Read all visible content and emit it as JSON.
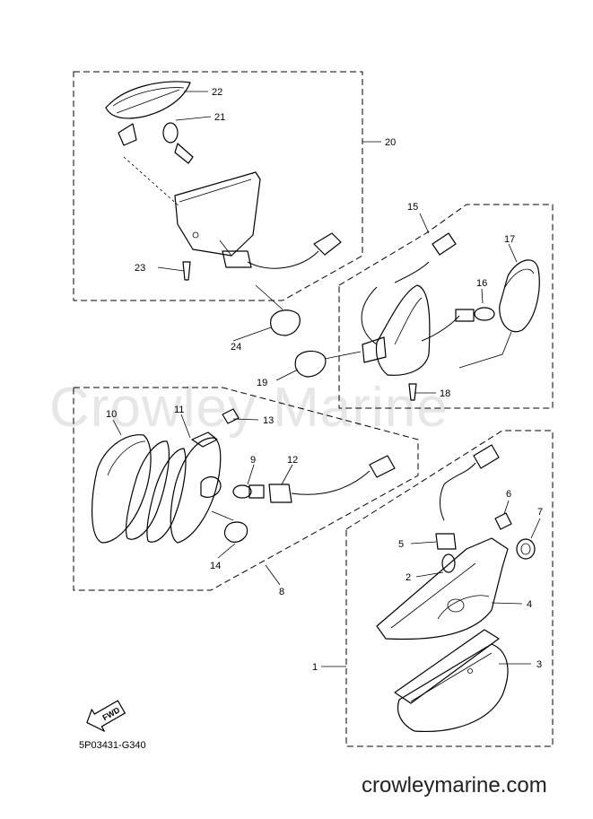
{
  "watermark": "Crowley Marine",
  "diagram_code": "5P03431-G340",
  "site_url": "crowleymarine.com",
  "fwd_label": "FWD",
  "callouts": [
    "1",
    "2",
    "3",
    "4",
    "5",
    "6",
    "7",
    "8",
    "9",
    "10",
    "11",
    "12",
    "13",
    "14",
    "15",
    "16",
    "17",
    "18",
    "19",
    "20",
    "21",
    "22",
    "23",
    "24"
  ]
}
